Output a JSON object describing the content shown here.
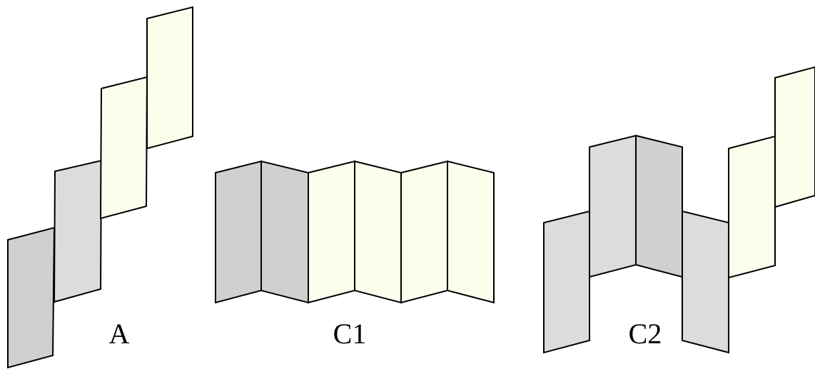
{
  "colors": {
    "gray_light": "#dcdcdc",
    "gray_dark": "#d0d0d0",
    "cream": "#fdfdec",
    "stroke": "#000000"
  },
  "figures": [
    {
      "label": "A",
      "panel_colors": [
        "gray_dark",
        "gray_light",
        "cream",
        "cream"
      ]
    },
    {
      "label": "C1",
      "panel_colors": [
        "gray_dark",
        "gray_dark",
        "cream",
        "cream",
        "cream",
        "cream"
      ]
    },
    {
      "label": "C2",
      "panel_colors": [
        "gray_light",
        "gray_light",
        "gray_dark",
        "gray_light",
        "cream",
        "cream"
      ]
    }
  ]
}
